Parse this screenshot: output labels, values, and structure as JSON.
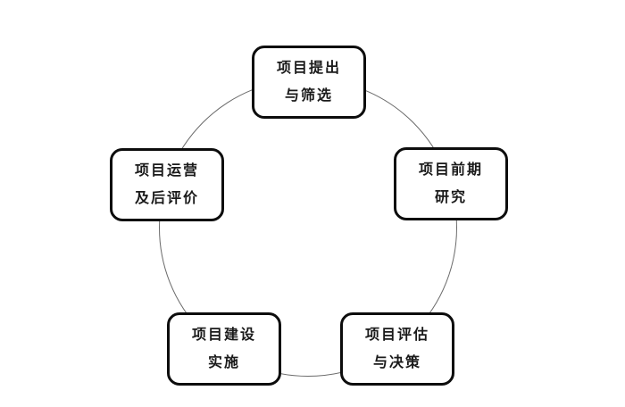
{
  "diagram": {
    "type": "cycle",
    "background_color": "#ffffff",
    "circle": {
      "stroke_color": "#6a6a6a",
      "fill": "none"
    },
    "node_style": {
      "border_color": "#0d0d0d",
      "fill_color": "#ffffff",
      "text_color": "#1a1a1a"
    },
    "nodes": [
      {
        "position": "top",
        "line1": "项目提出",
        "line2": "与筛选"
      },
      {
        "position": "right",
        "line1": "项目前期",
        "line2": "研究"
      },
      {
        "position": "bottom-right",
        "line1": "项目评估",
        "line2": "与决策"
      },
      {
        "position": "bottom-left",
        "line1": "项目建设",
        "line2": "实施"
      },
      {
        "position": "left",
        "line1": "项目运营",
        "line2": "及后评价"
      }
    ]
  }
}
